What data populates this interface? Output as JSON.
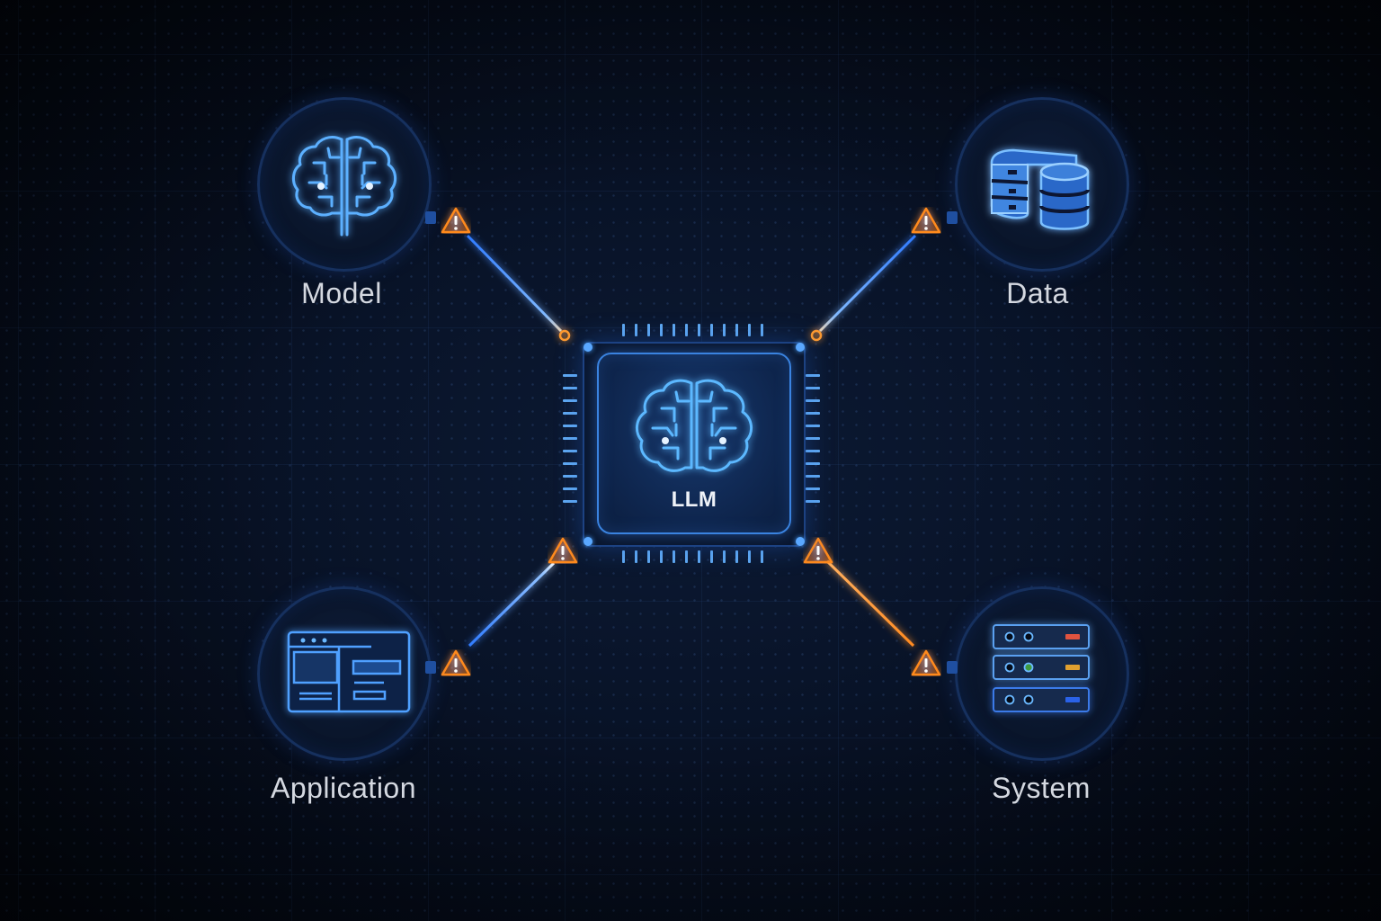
{
  "diagram": {
    "center": {
      "label": "LLM",
      "icon": "brain-chip-icon"
    },
    "nodes": [
      {
        "id": "model",
        "label": "Model",
        "icon": "brain-icon",
        "link_color": "#3d8bff"
      },
      {
        "id": "data",
        "label": "Data",
        "icon": "database-icon",
        "link_color": "#3d8bff"
      },
      {
        "id": "application",
        "label": "Application",
        "icon": "browser-window-icon",
        "link_color": "#3d8bff"
      },
      {
        "id": "system",
        "label": "System",
        "icon": "server-rack-icon",
        "link_color": "#ff9a2e"
      }
    ],
    "warning_icon": "warning-triangle-icon",
    "colors": {
      "background": "#050b18",
      "accent_blue": "#3d8bff",
      "warning_orange": "#ff8a1f",
      "label_text": "#d4d8e0",
      "server_led_red": "#e0533f",
      "server_led_yellow": "#e0a030",
      "server_led_blue": "#2a62e8",
      "server_led_green": "#3f9a40"
    }
  }
}
